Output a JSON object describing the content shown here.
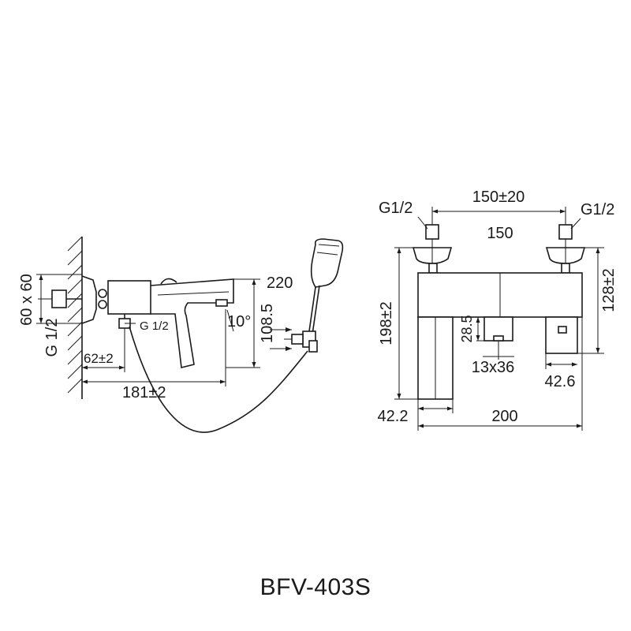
{
  "side_view": {
    "labels": {
      "wall_plate": "60 x 60",
      "wall_thread": "G 1/2",
      "outlet_thread": "G 1/2",
      "handle_angle": "10°",
      "shower_height": "220",
      "spout_height": "108.5",
      "wall_offset": "62±2",
      "total_depth": "181±2"
    }
  },
  "front_view": {
    "labels": {
      "left_inlet": "G1/2",
      "right_inlet": "G1/2",
      "center_distance": "150±20",
      "body_inlet_span": "150",
      "total_height": "198±2",
      "inlet_height": "128±2",
      "spout_offset": "28.5",
      "spout_size": "13x36",
      "handle_size": "42.6",
      "left_offset": "42.2",
      "total_width": "200"
    }
  },
  "model": "BFV-403S",
  "colors": {
    "line": "#1a1a1a",
    "background": "#ffffff"
  }
}
